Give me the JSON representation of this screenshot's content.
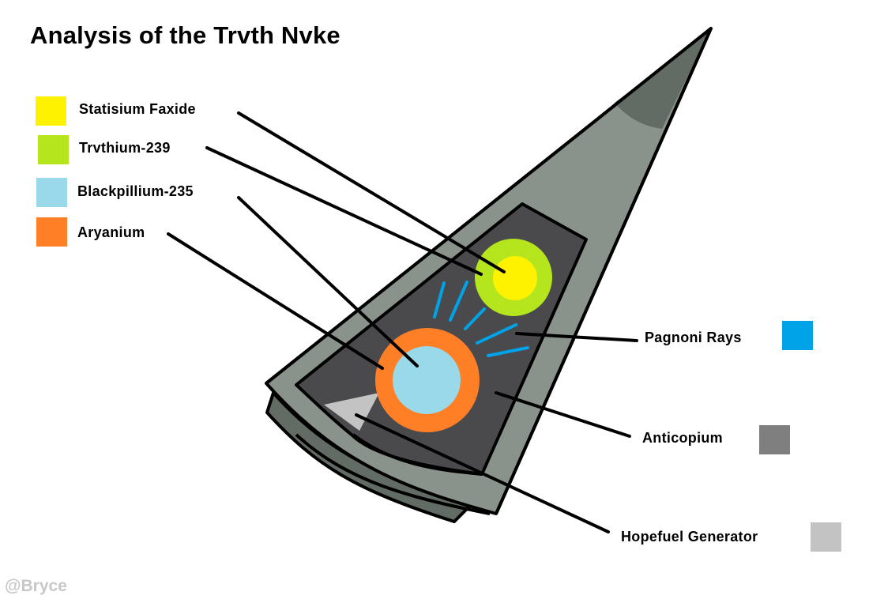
{
  "title": "Analysis of the Trvth Nvke",
  "credit": "@Bryce",
  "colors": {
    "outer_casing": "#8a938b",
    "casing_shadow": "#636b65",
    "inner_chamber": "#4a4a4d",
    "outline": "#000000"
  },
  "legend_left": [
    {
      "label": "Statisium Faxide",
      "color": "#fff200"
    },
    {
      "label": "Trvthium-239",
      "color": "#b5e61d"
    },
    {
      "label": "Blackpillium-235",
      "color": "#99d9ea"
    },
    {
      "label": "Aryanium",
      "color": "#ff7f27"
    }
  ],
  "legend_right": [
    {
      "label": "Pagnoni Rays",
      "color": "#00a2e8"
    },
    {
      "label": "Anticopium",
      "color": "#7f7f7f"
    },
    {
      "label": "Hopefuel Generator",
      "color": "#c3c3c3"
    }
  ]
}
